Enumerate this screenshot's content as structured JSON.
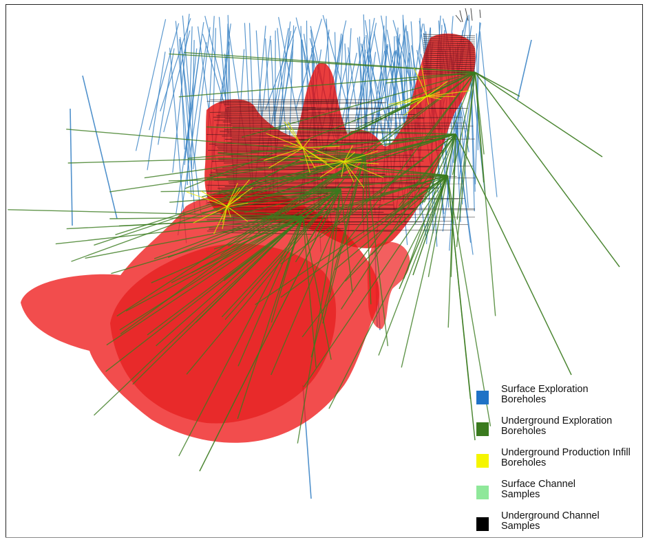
{
  "legend": {
    "items": [
      {
        "label": "Surface Exploration\nBoreholes",
        "color": "#1f72c6",
        "name": "surface-exploration-boreholes"
      },
      {
        "label": "Underground  Exploration\nBoreholes",
        "color": "#3a7a1e",
        "name": "underground-exploration-boreholes"
      },
      {
        "label": "Underground Production Infill\nBoreholes",
        "color": "#f5f500",
        "name": "underground-production-infill-boreholes"
      },
      {
        "label": "Surface Channel\nSamples",
        "color": "#8fe89a",
        "name": "surface-channel-samples"
      },
      {
        "label": "Underground Channel\nSamples",
        "color": "#000000",
        "name": "underground-channel-samples"
      }
    ]
  },
  "colors": {
    "orebody": "#ee1b1b",
    "surface_borehole": "#3d85c6",
    "underground_borehole": "#3a7a1e",
    "infill_borehole": "#e6e600",
    "channel_sample": "#111111"
  }
}
